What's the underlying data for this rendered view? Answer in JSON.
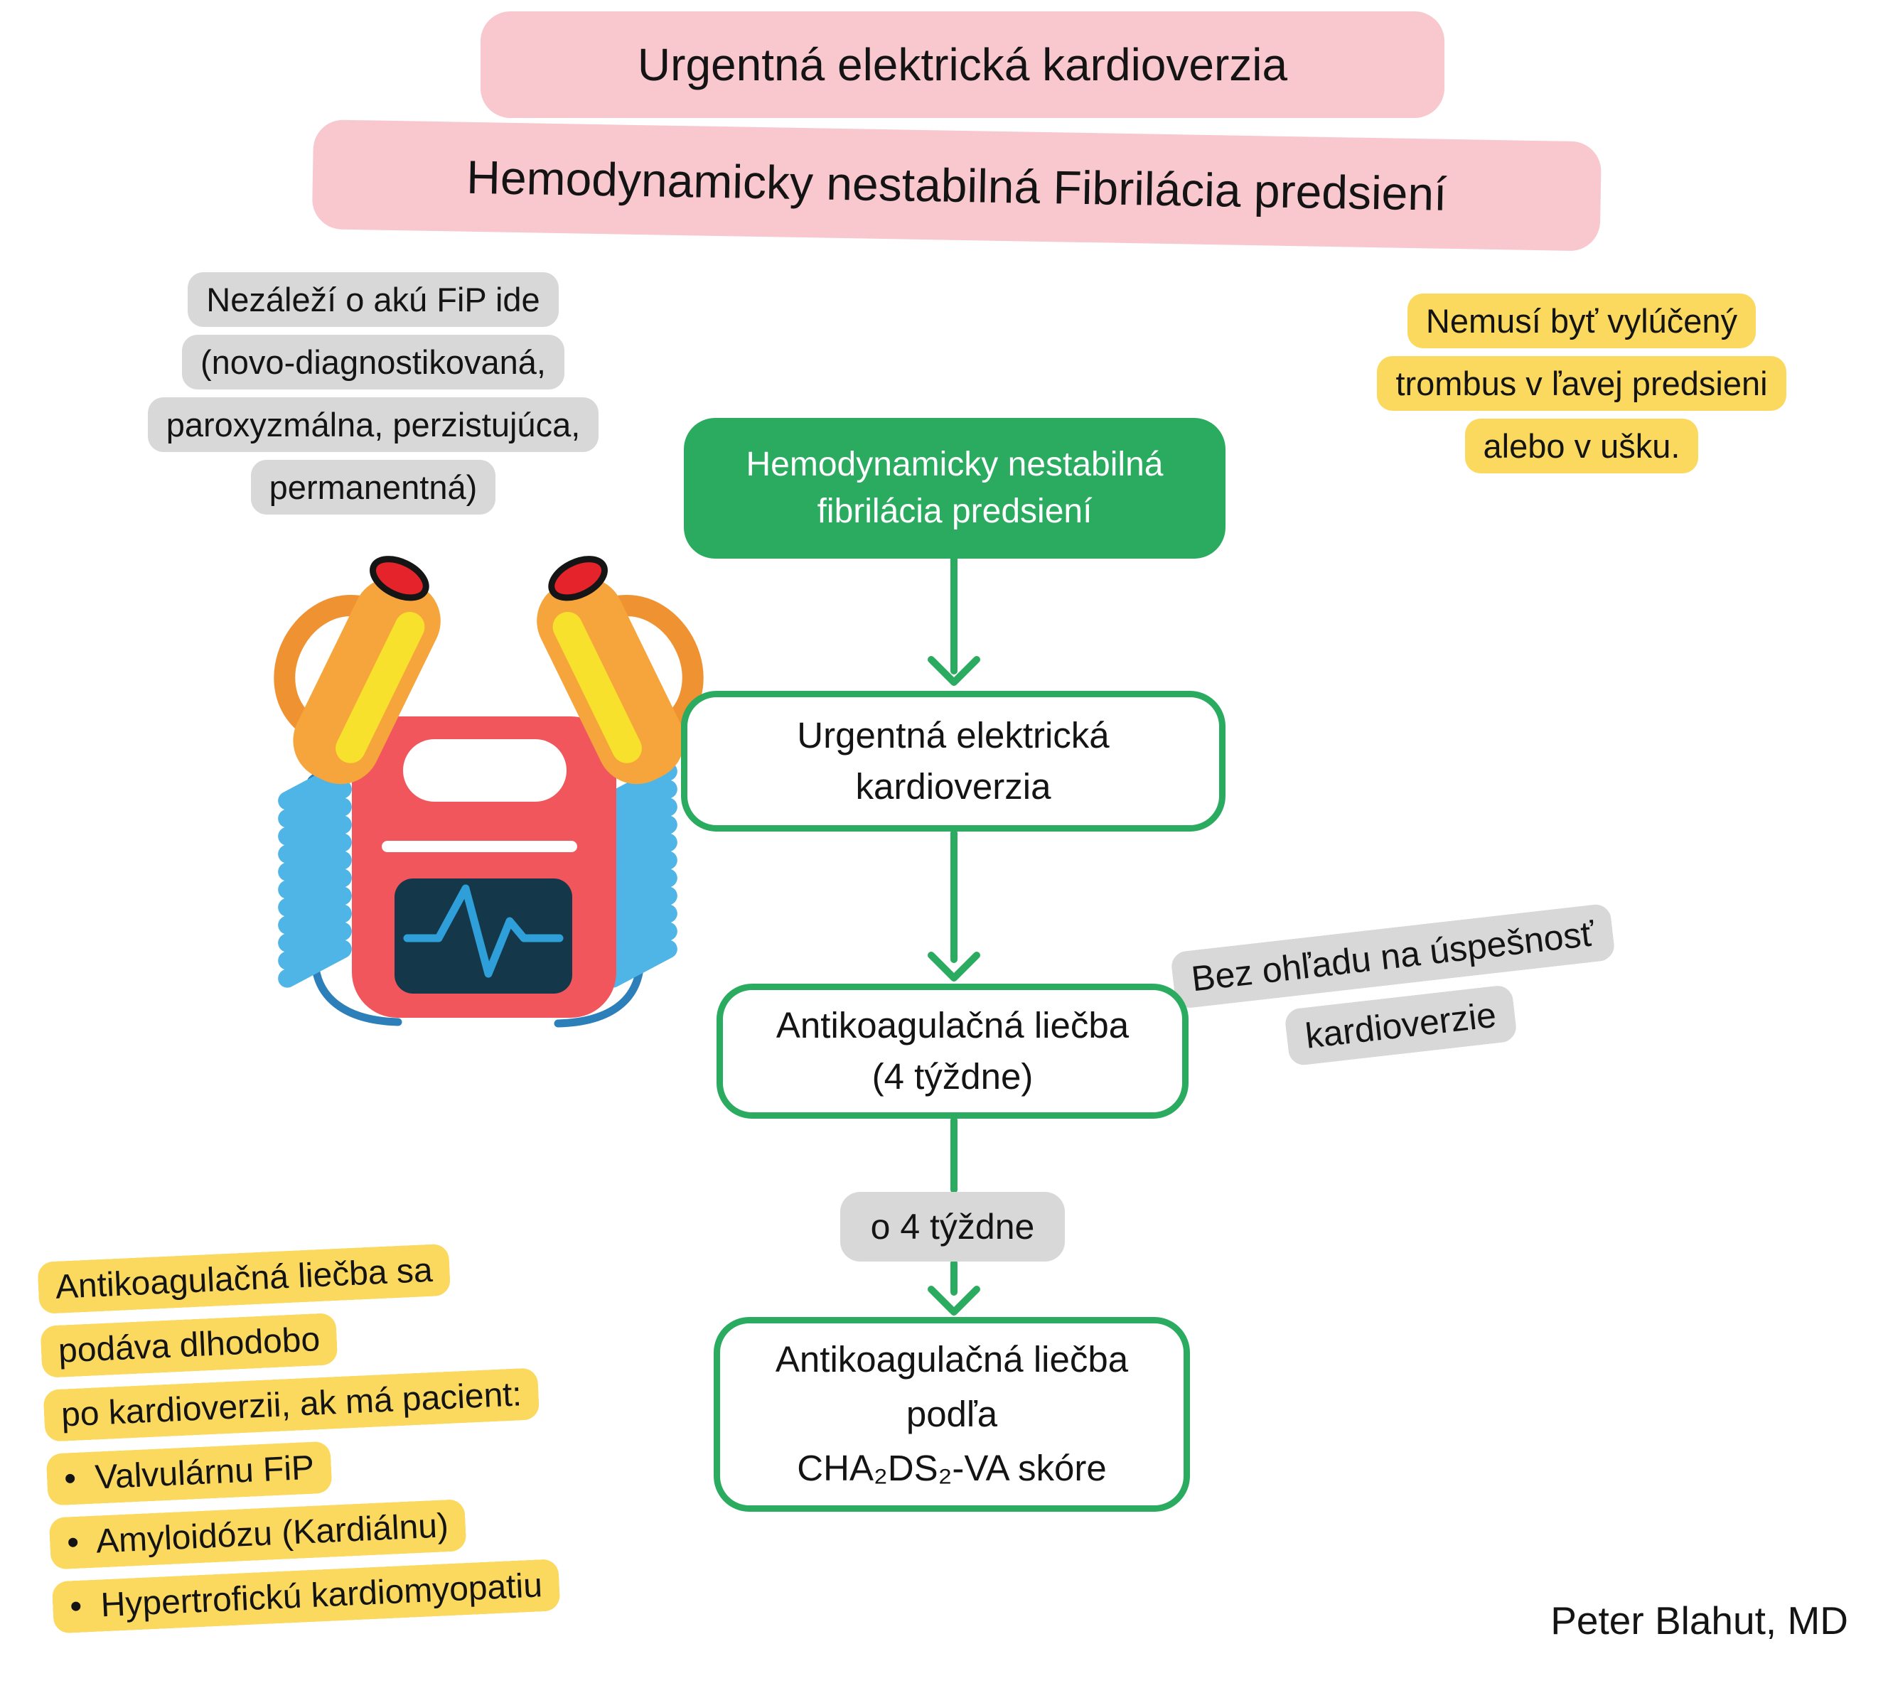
{
  "title": {
    "banner1": "Urgentná elektrická kardioverzia",
    "banner2": "Hemodynamicky nestabilná Fibrilácia predsiení"
  },
  "notes": {
    "af_types": [
      "Nezáleží o akú FiP ide",
      "(novo-diagnostikovaná,",
      "paroxyzmálna, perzistujúca,",
      "permanentná)"
    ],
    "thrombus": [
      "Nemusí byť vylúčený",
      "trombus v ľavej predsieni",
      "alebo v ušku."
    ],
    "regardless": [
      "Bez ohľadu na úspešnosť",
      "kardioverzie"
    ],
    "longterm": [
      "Antikoagulačná liečba sa",
      "podáva dlhodobo",
      "po kardioverzii, ak má pacient:",
      "•  Valvulárnu FiP",
      "•  Amyloidózu (Kardiálnu)",
      "•  Hypertrofickú kardiomyopatiu"
    ]
  },
  "flow": {
    "start": [
      "Hemodynamicky nestabilná",
      "fibrilácia predsiení"
    ],
    "step_cardioversion": [
      "Urgentná elektrická",
      "kardioverzia"
    ],
    "step_anticoag_4w": [
      "Antikoagulačná liečba",
      "(4 týždne)"
    ],
    "edge_label": "o 4 týždne",
    "step_anticoag_chads": [
      "Antikoagulačná liečba",
      "podľa",
      "CHA₂DS₂-VA skóre"
    ]
  },
  "credit": "Peter Blahut, MD",
  "colors": {
    "pink": "#F8C8CE",
    "gray": "#D8D8D8",
    "yellow": "#FBD95F",
    "green": "#2BAB60",
    "ink": "#141414",
    "defib_red": "#F1565D",
    "screen_navy": "#14384A",
    "ecg_blue": "#2E9FD9",
    "coil_blue": "#4FB5E7",
    "cable_blue": "#2C7FB8",
    "paddle_orange": "#F6A53C",
    "paddle_dark": "#EF9231",
    "stripe_yellow": "#F8E12C",
    "button_red": "#E4232B"
  }
}
